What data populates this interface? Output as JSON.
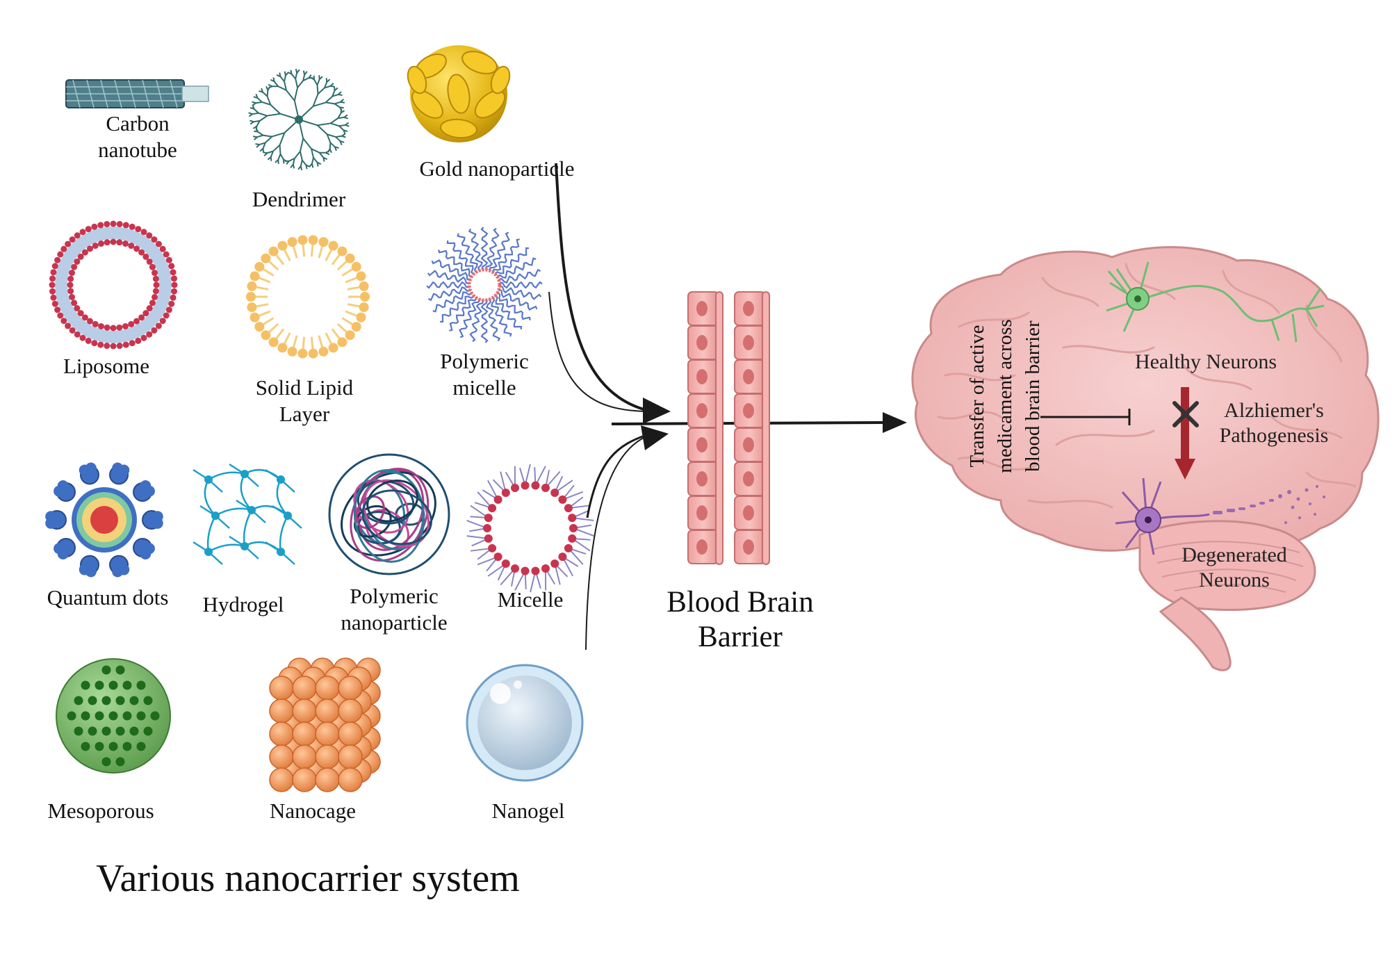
{
  "nanocarriers": {
    "carbon_nanotube": "Carbon\nnanotube",
    "dendrimer": "Dendrimer",
    "gold": "Gold nanoparticle",
    "liposome": "Liposome",
    "solid_lipid": "Solid Lipid\nLayer",
    "polymeric_micelle": "Polymeric\nmicelle",
    "quantum_dots": "Quantum dots",
    "hydrogel": "Hydrogel",
    "polymeric_nanoparticle": "Polymeric\nnanoparticle",
    "micelle": "Micelle",
    "mesoporous": "Mesoporous",
    "nanocage": "Nanocage",
    "nanogel": "Nanogel"
  },
  "title": "Various nanocarrier system",
  "bbb_label": "Blood Brain\nBarrier",
  "brain": {
    "transfer": "Transfer of active\nmedicament across\nblood brain barrier",
    "healthy": "Healthy Neurons",
    "alzheimer": "Alzhiemer's\nPathogenesis",
    "degenerated": "Degenerated\nNeurons"
  }
}
